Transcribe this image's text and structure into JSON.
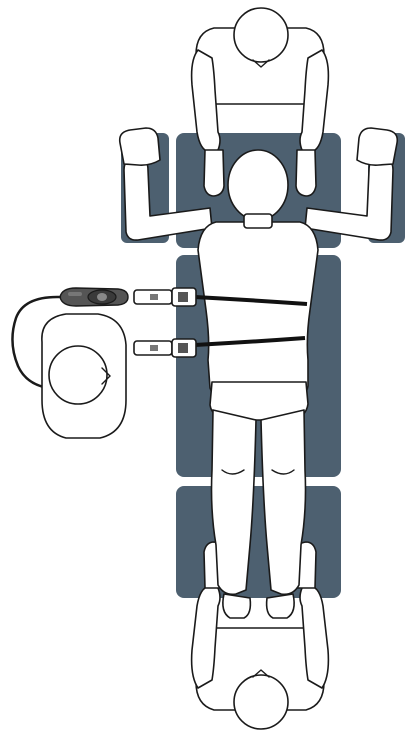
{
  "diagram": {
    "description_labels": [],
    "colors": {
      "table": "#4d6070",
      "outline": "#1a1a1a",
      "figure_fill": "#ffffff",
      "device_body": "#555555",
      "device_grip": "#3a3a3a"
    },
    "parts": {
      "operating_table": [
        "armboard-left",
        "armboard-right",
        "table-head-section",
        "table-torso-section",
        "table-leg-section"
      ],
      "figures": [
        "top-assistant-figure",
        "patient-figure",
        "bottom-assistant-figure",
        "left-assistant-figure"
      ],
      "equipment": [
        "handpiece-device",
        "upper-strap-connector",
        "lower-strap-connector",
        "upper-body-strap",
        "lower-body-strap",
        "device-cable"
      ]
    }
  }
}
